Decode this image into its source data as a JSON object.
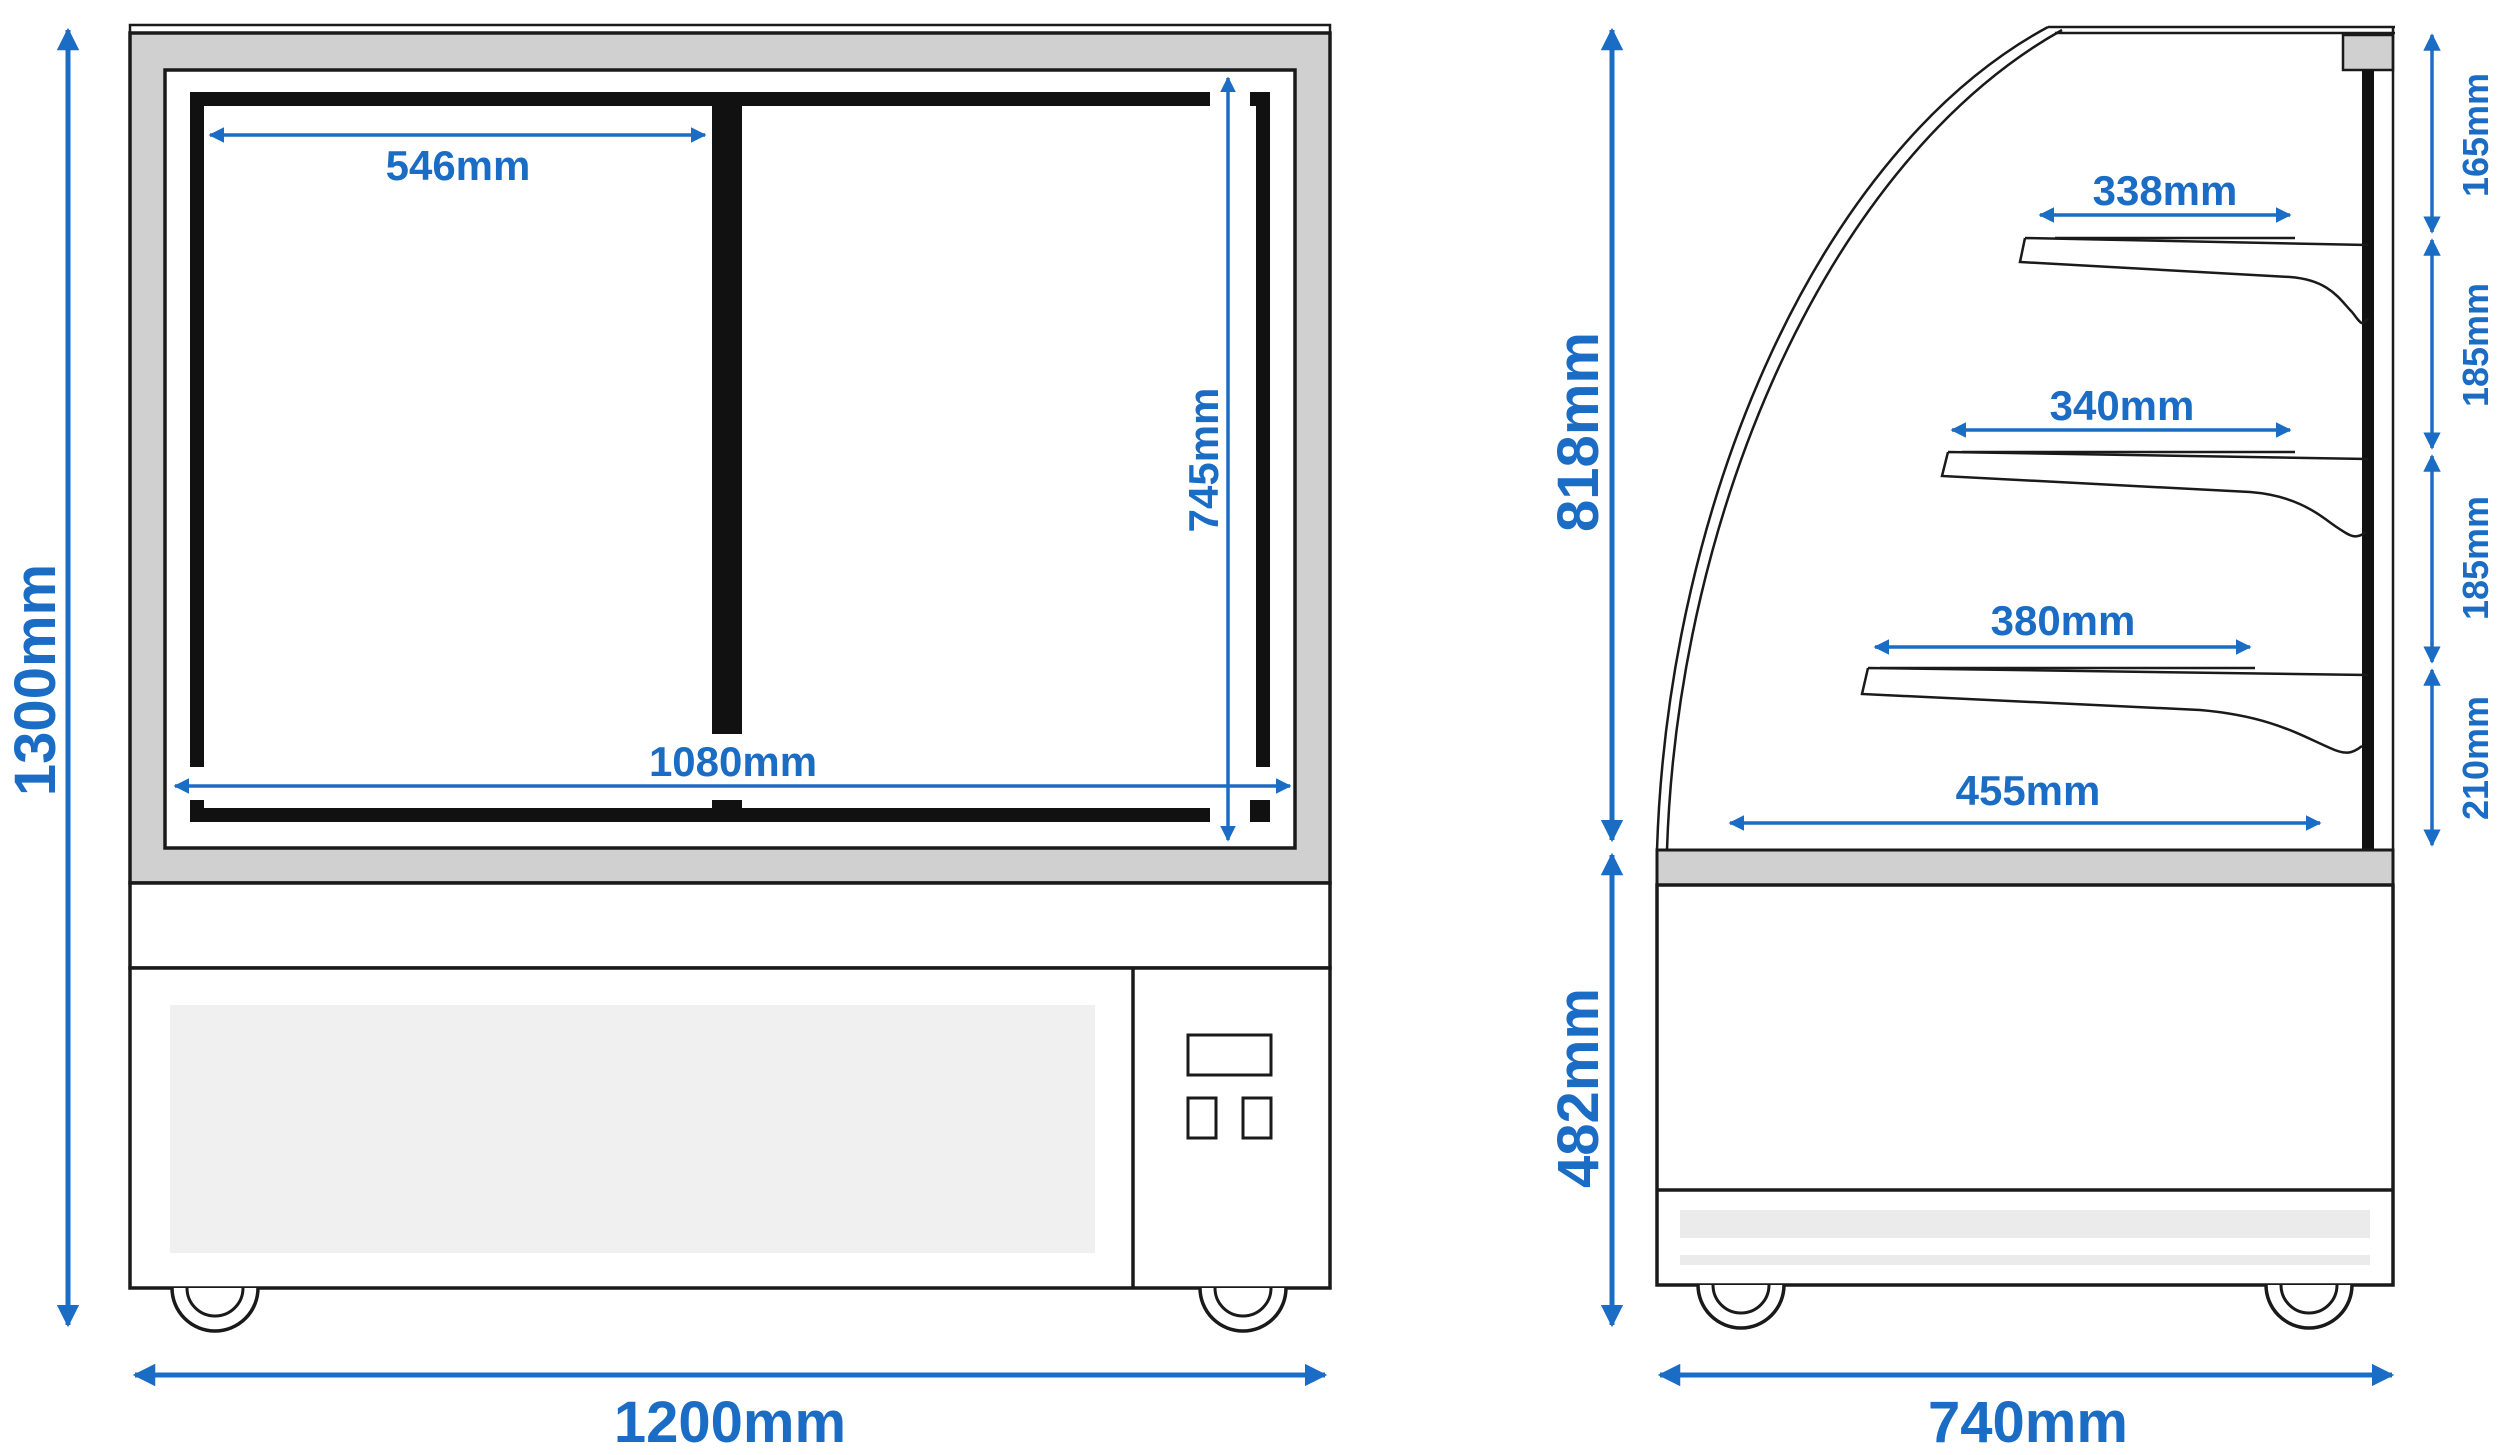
{
  "dimensions": {
    "overall_height": "1300mm",
    "overall_width": "1200mm",
    "door_width": "546mm",
    "inner_height": "745mm",
    "inner_width": "1080mm",
    "upper_height": "818mm",
    "lower_height": "482mm",
    "depth": "740mm",
    "shelf_top_depth": "338mm",
    "shelf_middle_depth": "340mm",
    "shelf_bottom_depth": "380mm",
    "base_depth": "455mm",
    "gap_top": "165mm",
    "gap_upper": "185mm",
    "gap_lower": "185mm",
    "gap_bottom": "210mm"
  },
  "colors": {
    "dimension": "#1b6cc4",
    "outline": "#1a1a1a",
    "frame_fill": "#d0d0d0",
    "panel_fill": "#f0f0f0"
  }
}
